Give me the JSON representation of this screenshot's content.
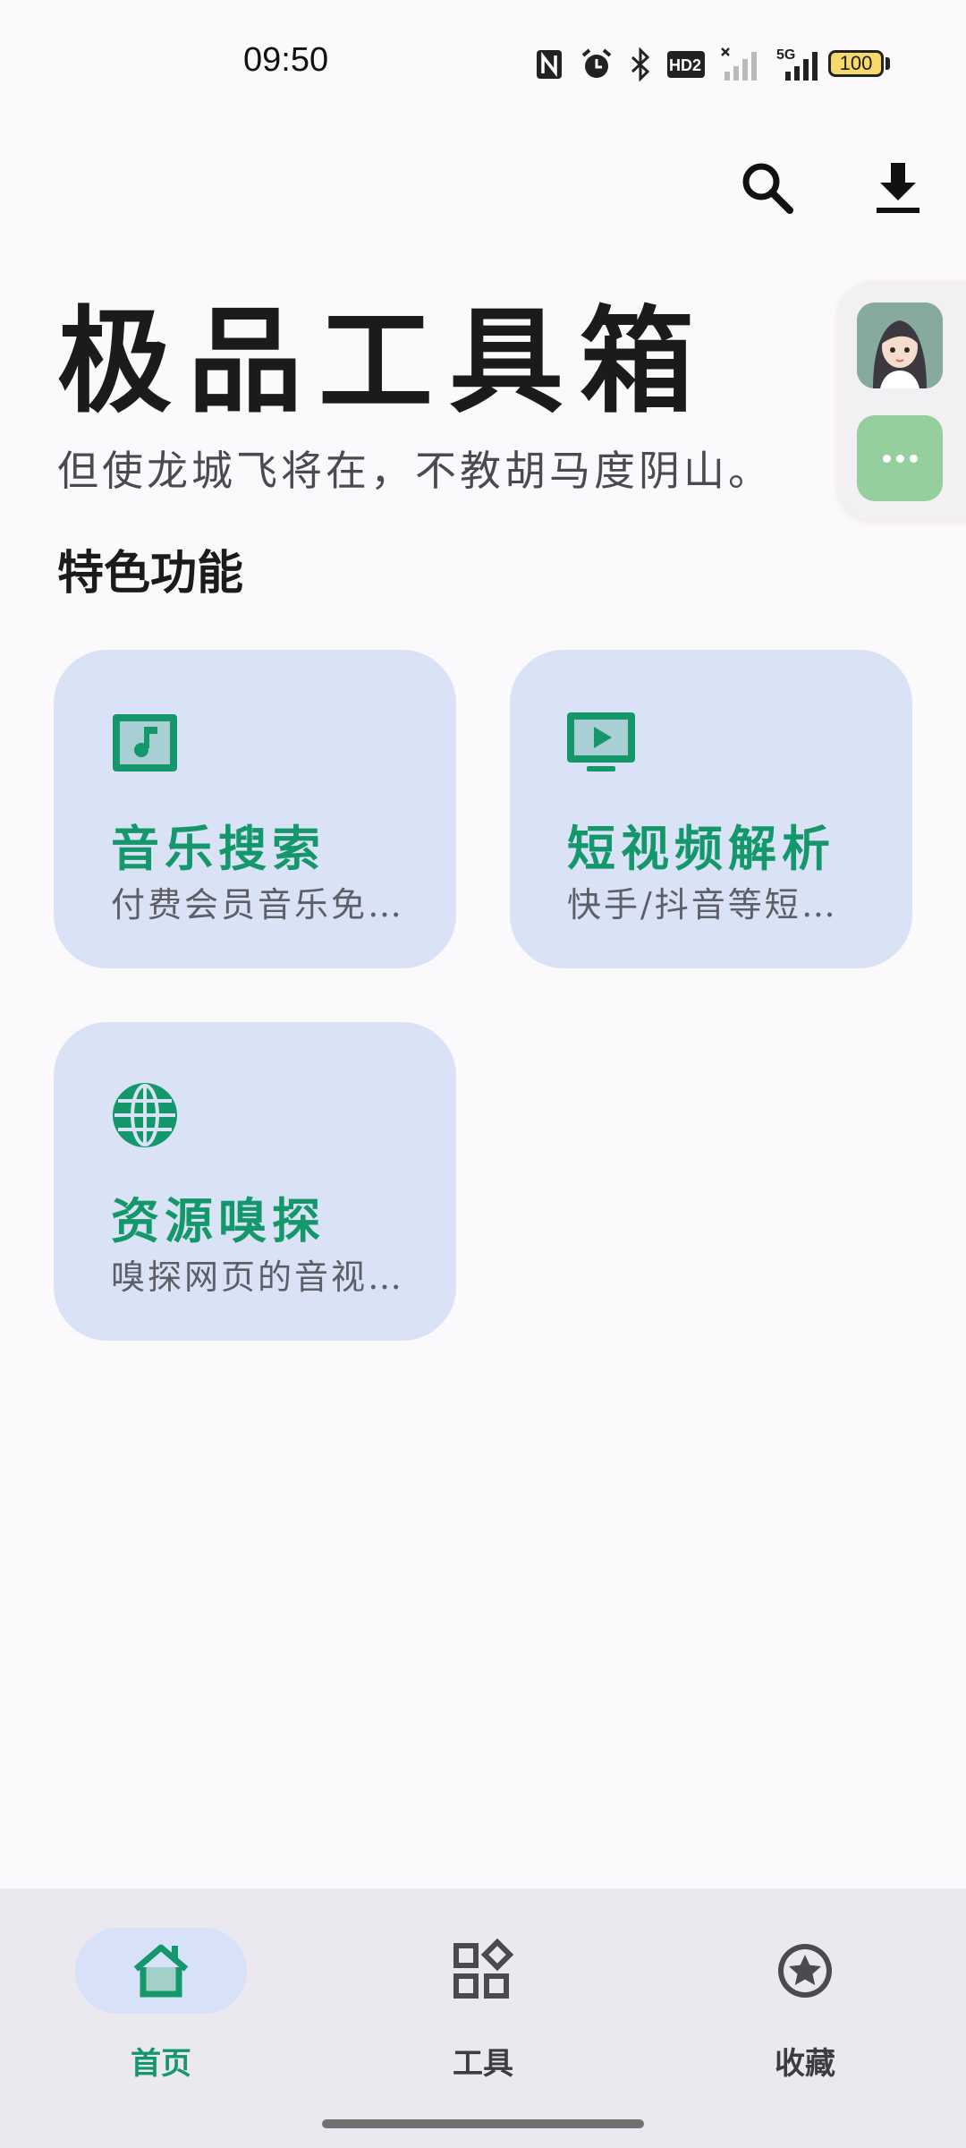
{
  "status_bar": {
    "time": "09:50",
    "icons": [
      "nfc-icon",
      "alarm-icon",
      "bluetooth-icon",
      "hd-icon",
      "signal-icon",
      "5g-signal-icon"
    ],
    "hd_label": "HD2",
    "network_label": "5G",
    "battery": "100"
  },
  "header": {
    "title": "极品工具箱",
    "subtitle": "但使龙城飞将在，不教胡马度阴山。",
    "search_icon": "search-icon",
    "download_icon": "download-icon"
  },
  "section": {
    "title": "特色功能"
  },
  "features": [
    {
      "icon": "music-note-icon",
      "title": "音乐搜索",
      "description": "付费会员音乐免费下载"
    },
    {
      "icon": "video-play-icon",
      "title": "短视频解析",
      "description": "快手/抖音等短视频去水印"
    },
    {
      "icon": "globe-icon",
      "title": "资源嗅探",
      "description": "嗅探网页的音视频资源"
    }
  ],
  "side_panel": {
    "avatar": "avatar",
    "more_icon": "more-dots-icon"
  },
  "bottom_nav": {
    "items": [
      {
        "label": "首页",
        "icon": "home-icon",
        "active": true
      },
      {
        "label": "工具",
        "icon": "widgets-icon",
        "active": false
      },
      {
        "label": "收藏",
        "icon": "star-icon",
        "active": false
      }
    ]
  },
  "colors": {
    "accent": "#14986b",
    "card_bg": "#dae2f6",
    "background": "#fcf9fc",
    "nav_bg": "#ece8ef"
  }
}
